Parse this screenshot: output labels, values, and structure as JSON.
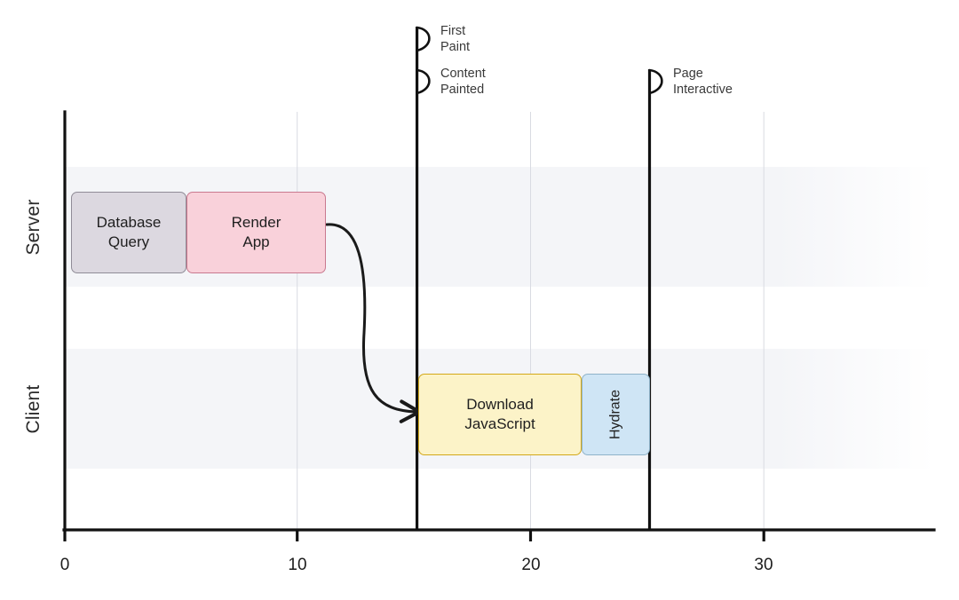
{
  "chart_data": {
    "type": "bar",
    "title": "",
    "subtitle": "",
    "xlabel": "",
    "ylabel": "",
    "xlim": [
      0,
      38
    ],
    "ylim": [
      0,
      2
    ],
    "grid": true,
    "legend_position": "none",
    "x_ticks": [
      0,
      10,
      20,
      30
    ],
    "x_tick_labels": [
      "0",
      "10",
      "20",
      "30"
    ],
    "minor_gridline_step": 1,
    "lanes": [
      "Server",
      "Client"
    ],
    "categories": [
      "Database Query",
      "Render App",
      "Download JavaScript",
      "Hydrate"
    ],
    "series": [
      {
        "name": "Server",
        "lane": "Server",
        "values": [
          {
            "label": "Database Query",
            "start": 0.3,
            "end": 5.1,
            "duration": 4.8,
            "fill": "#dcd8e0",
            "stroke": "#908c97",
            "orientation": "horizontal"
          },
          {
            "label": "Render App",
            "start": 5.1,
            "end": 11.2,
            "duration": 6.1,
            "fill": "#f9d1da",
            "stroke": "#c9798f",
            "orientation": "horizontal"
          }
        ]
      },
      {
        "name": "Client",
        "lane": "Client",
        "values": [
          {
            "label": "Download JavaScript",
            "start": 15.2,
            "end": 22.2,
            "duration": 7.0,
            "fill": "#fcf3c8",
            "stroke": "#d3a818",
            "orientation": "horizontal"
          },
          {
            "label": "Hydrate",
            "start": 22.2,
            "end": 25.1,
            "duration": 2.9,
            "fill": "#cfe5f5",
            "stroke": "#8fb3c9",
            "orientation": "vertical"
          }
        ]
      }
    ],
    "milestones": [
      {
        "label": "First\nPaint",
        "x": 15.1
      },
      {
        "label": "Content\nPainted",
        "x": 15.1
      },
      {
        "label": "Page\nInteractive",
        "x": 25.1
      }
    ],
    "annotations": [
      {
        "type": "arrow",
        "from": "Render App",
        "to": "Download JavaScript",
        "style": "curved"
      }
    ]
  },
  "axis": {
    "x_labels": [
      "0",
      "10",
      "20",
      "30"
    ],
    "lane_labels": [
      "Server",
      "Client"
    ]
  },
  "tasks": {
    "database_query": "Database\nQuery",
    "render_app": "Render\nApp",
    "download_javascript": "Download\nJavaScript",
    "hydrate": "Hydrate"
  },
  "milestones": {
    "first_paint": "First\nPaint",
    "content_painted": "Content\nPainted",
    "page_interactive": "Page\nInteractive"
  },
  "colors": {
    "database_query_fill": "#dcd8e0",
    "database_query_stroke": "#908c97",
    "render_app_fill": "#f9d1da",
    "render_app_stroke": "#c9798f",
    "download_js_fill": "#fcf3c8",
    "download_js_stroke": "#d3a818",
    "hydrate_fill": "#cfe5f5",
    "hydrate_stroke": "#8fb3c9",
    "axis": "#111111",
    "band": "#f4f5f8",
    "gridline": "#e3e5ea",
    "arrow": "#1a1a1a"
  }
}
